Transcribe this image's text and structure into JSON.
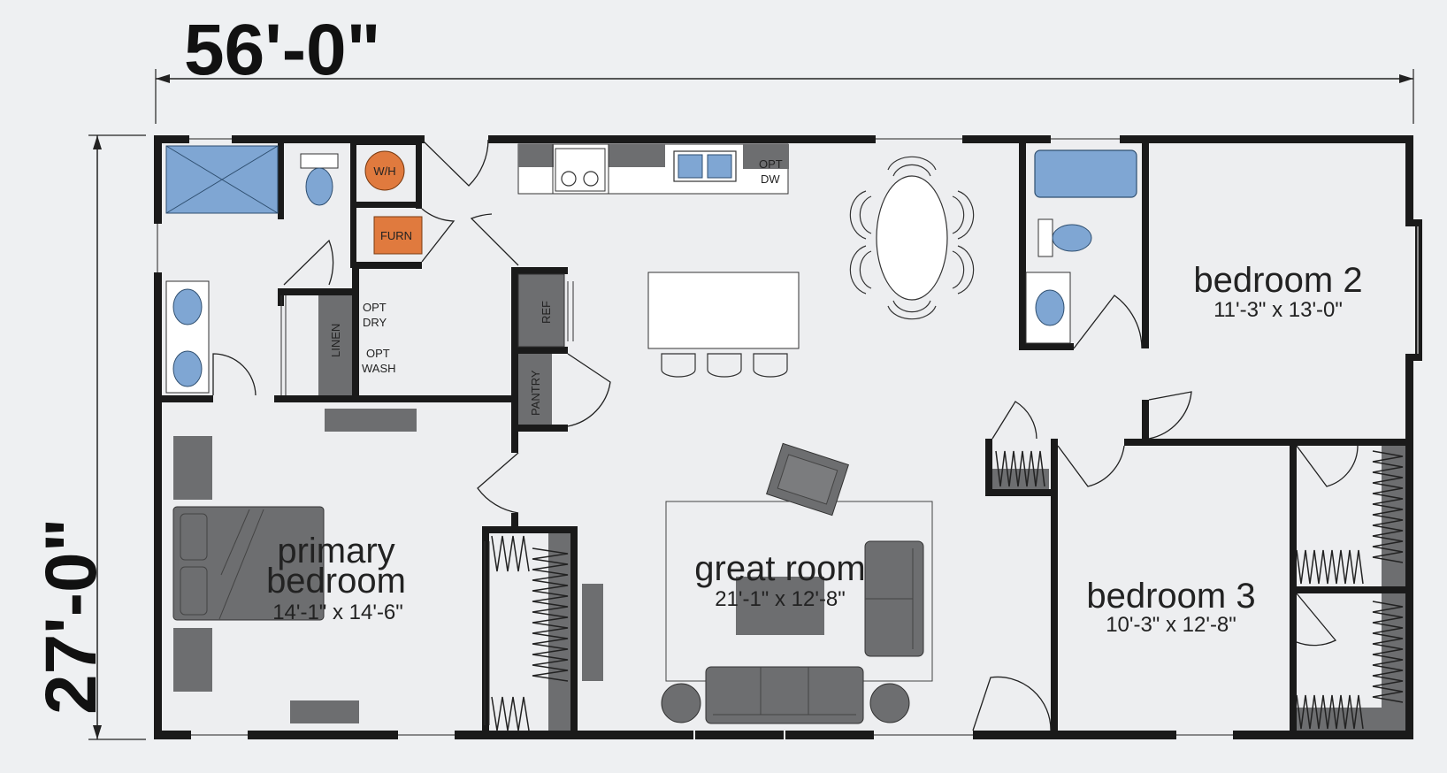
{
  "dimensions": {
    "width": "56'-0\"",
    "depth": "27'-0\""
  },
  "rooms": {
    "primary": {
      "name_line1": "primary",
      "name_line2": "bedroom",
      "size": "14'-1\" x 14'-6\""
    },
    "great": {
      "name": "great room",
      "size": "21'-1\" x 12'-8\""
    },
    "bedroom2": {
      "name": "bedroom 2",
      "size": "11'-3\" x 13'-0\""
    },
    "bedroom3": {
      "name": "bedroom 3",
      "size": "10'-3\" x 12'-8\""
    }
  },
  "labels": {
    "water_heater": "W/H",
    "furnace": "FURN",
    "linen": "LINEN",
    "opt_dry_1": "OPT",
    "opt_dry_2": "DRY",
    "opt_wash_1": "OPT",
    "opt_wash_2": "WASH",
    "ref": "REF",
    "pantry": "PANTRY",
    "opt_dw_1": "OPT",
    "opt_dw_2": "DW"
  },
  "colors": {
    "wall": "#1a1a1a",
    "fixture_blue": "#7fa6d3",
    "furniture_gray": "#6d6e70",
    "appliance_orange": "#e07a3e"
  }
}
